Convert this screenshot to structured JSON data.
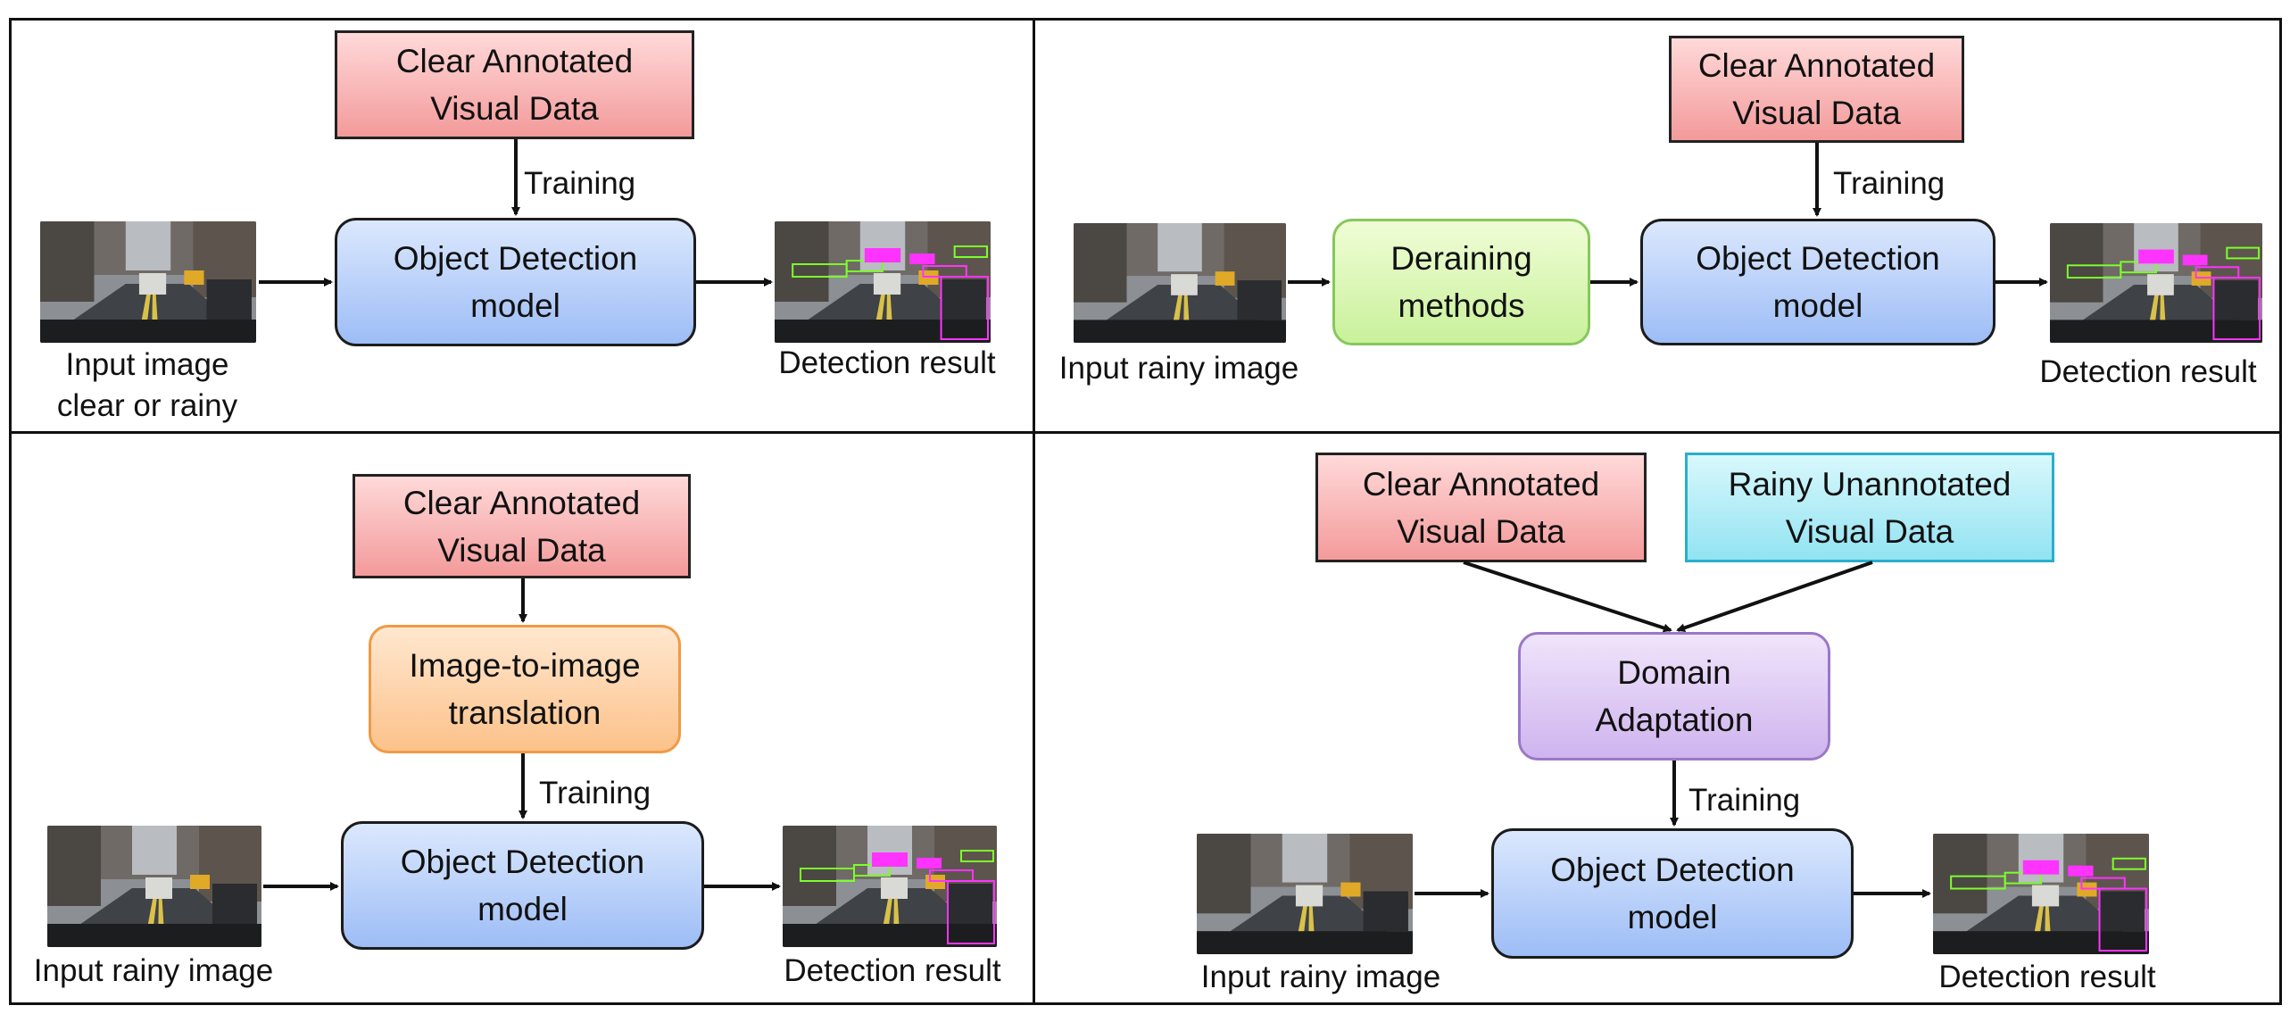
{
  "boxes": {
    "clear": "Clear Annotated\nVisual Data",
    "rainy_unannotated": "Rainy Unannotated\nVisual Data",
    "od_model": "Object Detection\nmodel",
    "deraining": "Deraining\nmethods",
    "i2i": "Image-to-image\ntranslation",
    "domain_adaptation": "Domain\nAdaptation"
  },
  "labels": {
    "training": "Training",
    "input_clear_or_rainy": "Input image\nclear or rainy",
    "input_rainy": "Input rainy image",
    "detection_result": "Detection result"
  },
  "colors": {
    "red_box": "#f39a9a",
    "cyan_box": "#92e3f2",
    "blue_box": "#9dbdf6",
    "green_box": "#c9f19b",
    "orange_box": "#fcc28a",
    "purple_box": "#cfb4ef",
    "detect_green": "#7cff2a",
    "detect_magenta": "#ff33ff"
  }
}
